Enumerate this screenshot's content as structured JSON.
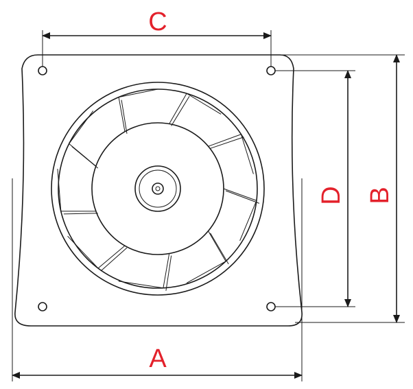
{
  "dimensions": {
    "A": "A",
    "B": "B",
    "C": "C",
    "D": "D"
  },
  "colors": {
    "label": "#e3212b",
    "line": "#1a1a1a"
  }
}
